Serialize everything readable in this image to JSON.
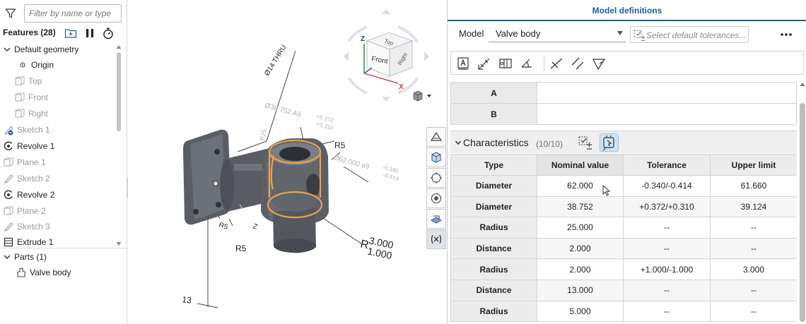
{
  "left_panel": {
    "filter_placeholder": "Filter by name or type",
    "features_title": "Features (28)",
    "tree": [
      {
        "label": "Default geometry",
        "kind": "group",
        "icon": "chevron-down-icon",
        "dim": false
      },
      {
        "label": "Origin",
        "kind": "origin",
        "icon": "origin-icon",
        "dim": false
      },
      {
        "label": "Top",
        "kind": "plane",
        "icon": "plane-icon",
        "dim": true
      },
      {
        "label": "Front",
        "kind": "plane",
        "icon": "plane-icon",
        "dim": true
      },
      {
        "label": "Right",
        "kind": "plane",
        "icon": "plane-icon",
        "dim": true
      },
      {
        "label": "Sketch 1",
        "kind": "sketch",
        "icon": "sketch-icon",
        "dim": true
      },
      {
        "label": "Revolve 1",
        "kind": "revolve",
        "icon": "revolve-icon",
        "dim": false
      },
      {
        "label": "Plane 1",
        "kind": "plane",
        "icon": "plane-icon",
        "dim": true
      },
      {
        "label": "Sketch 2",
        "kind": "sketch",
        "icon": "sketch-icon",
        "dim": true
      },
      {
        "label": "Revolve 2",
        "kind": "revolve",
        "icon": "revolve-icon",
        "dim": false
      },
      {
        "label": "Plane 2",
        "kind": "plane",
        "icon": "plane-icon",
        "dim": true
      },
      {
        "label": "Sketch 3",
        "kind": "sketch",
        "icon": "sketch-icon",
        "dim": true
      },
      {
        "label": "Extrude 1",
        "kind": "extrude",
        "icon": "extrude-icon",
        "dim": false
      }
    ],
    "parts_title": "Parts (1)",
    "parts": [
      {
        "label": "Valve body",
        "icon": "part-icon"
      }
    ]
  },
  "viewport": {
    "annotations": {
      "thru": "Ø14 THRU",
      "dia1_main": "Ø38.752 A9",
      "dia1_upper": "+0.372",
      "dia1_lower": "+0.310",
      "r25": "R25",
      "r5_top": "R5",
      "dia2_main": "Ø62.000 a9",
      "dia2_upper": "-0.340",
      "dia2_lower": "-0.414",
      "r5_small": "R5",
      "r5_bottom": "R5",
      "r_main": "R",
      "r_upper": "3.000",
      "r_lower": "1.000",
      "dim13": "13",
      "z_small": "Z"
    },
    "view_cube": {
      "top": "Top",
      "front": "Front",
      "right": "Right",
      "axis_z": "Z",
      "axis_x": "X"
    }
  },
  "right_panel": {
    "tab": "Model definitions",
    "model_label": "Model",
    "model_value": "Valve body",
    "tolerance_placeholder": "Select default tolerances...",
    "datums": [
      {
        "label": "A",
        "value": ""
      },
      {
        "label": "B",
        "value": ""
      }
    ],
    "characteristics": {
      "title": "Characteristics",
      "count": "(10/10)",
      "columns": [
        "Type",
        "Nominal value",
        "Tolerance",
        "Upper limit"
      ],
      "rows": [
        {
          "type": "Diameter",
          "nominal": "62.000",
          "tolerance": "-0.340/-0.414",
          "upper": "61.660"
        },
        {
          "type": "Diameter",
          "nominal": "38.752",
          "tolerance": "+0.372/+0.310",
          "upper": "39.124"
        },
        {
          "type": "Radius",
          "nominal": "25.000",
          "tolerance": "--",
          "upper": "--"
        },
        {
          "type": "Distance",
          "nominal": "2.000",
          "tolerance": "--",
          "upper": "--"
        },
        {
          "type": "Radius",
          "nominal": "2.000",
          "tolerance": "+1.000/-1.000",
          "upper": "3.000"
        },
        {
          "type": "Distance",
          "nominal": "13.000",
          "tolerance": "--",
          "upper": "--"
        },
        {
          "type": "Radius",
          "nominal": "5.000",
          "tolerance": "--",
          "upper": "--"
        }
      ]
    }
  },
  "colors": {
    "accent": "#1d5fa8",
    "highlight": "#e8a24a",
    "model": "#4b4f55"
  }
}
